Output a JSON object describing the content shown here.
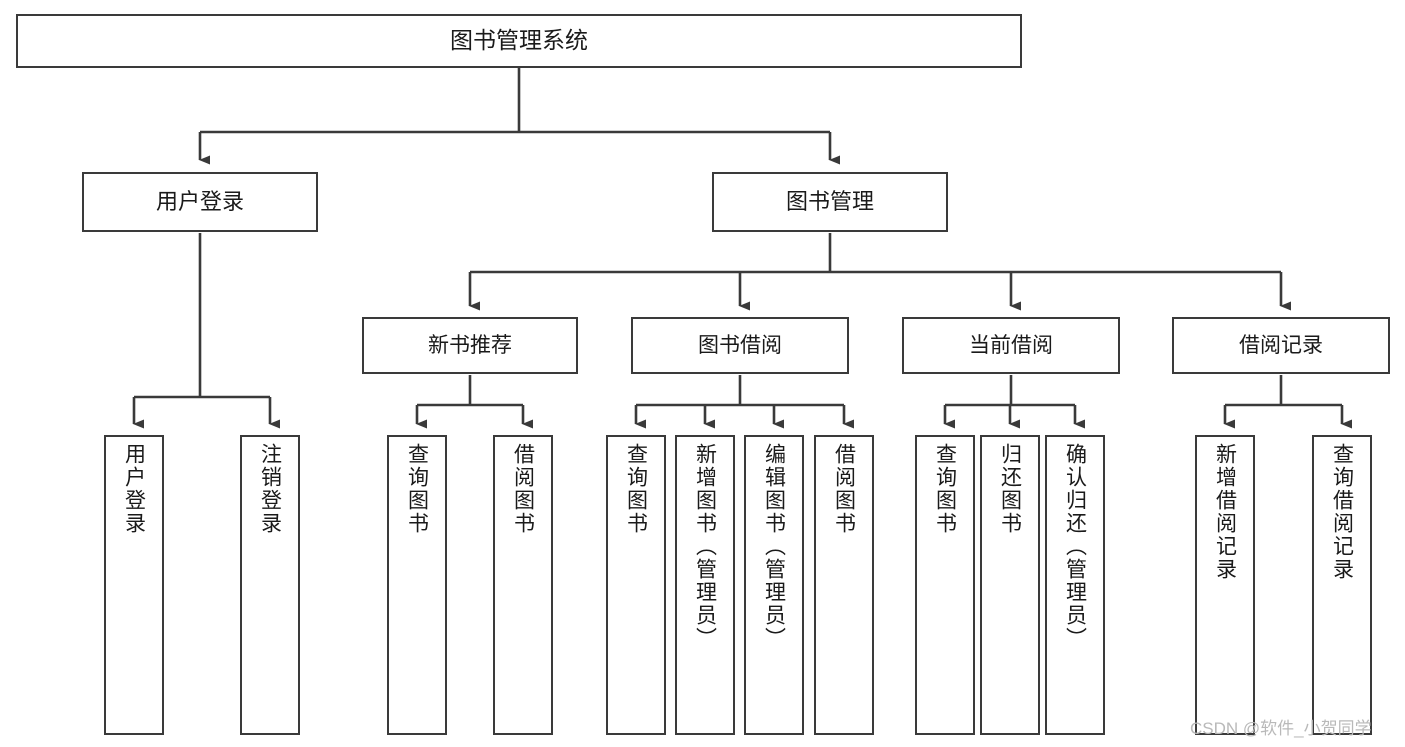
{
  "diagram": {
    "title": "图书管理系统",
    "watermark": "CSDN @软件_小贺同学",
    "line_color": "#3a3a3a",
    "box_border_color": "#3a3a3a",
    "box_fill_color": "#ffffff",
    "text_color": "#1a1a1a",
    "watermark_color": "#b9b9b9"
  },
  "nodes": {
    "root": {
      "label": "图书管理系统"
    },
    "level2": [
      {
        "id": "user-login",
        "label": "用户登录"
      },
      {
        "id": "book-management",
        "label": "图书管理"
      }
    ],
    "level3": [
      {
        "id": "new-book-recommend",
        "label": "新书推荐"
      },
      {
        "id": "book-borrow",
        "label": "图书借阅"
      },
      {
        "id": "current-borrow",
        "label": "当前借阅"
      },
      {
        "id": "borrow-record",
        "label": "借阅记录"
      }
    ],
    "leaves": {
      "user_login": [
        {
          "id": "leaf-user-login",
          "label": "用户登录"
        },
        {
          "id": "leaf-logout-login",
          "label": "注销登录"
        }
      ],
      "new_book_recommend": [
        {
          "id": "leaf-query-book-1",
          "label": "查询图书"
        },
        {
          "id": "leaf-borrow-book-1",
          "label": "借阅图书"
        }
      ],
      "book_borrow": [
        {
          "id": "leaf-query-book-2",
          "label": "查询图书"
        },
        {
          "id": "leaf-add-book-admin",
          "label": "新增图书（管理员）"
        },
        {
          "id": "leaf-edit-book-admin",
          "label": "编辑图书（管理员）"
        },
        {
          "id": "leaf-borrow-book-2",
          "label": "借阅图书"
        }
      ],
      "current_borrow": [
        {
          "id": "leaf-query-book-3",
          "label": "查询图书"
        },
        {
          "id": "leaf-return-book",
          "label": "归还图书"
        },
        {
          "id": "leaf-confirm-return-admin",
          "label": "确认归还（管理员）"
        }
      ],
      "borrow_record": [
        {
          "id": "leaf-add-borrow-record",
          "label": "新增借阅记录"
        },
        {
          "id": "leaf-query-borrow-record",
          "label": "查询借阅记录"
        }
      ]
    }
  }
}
